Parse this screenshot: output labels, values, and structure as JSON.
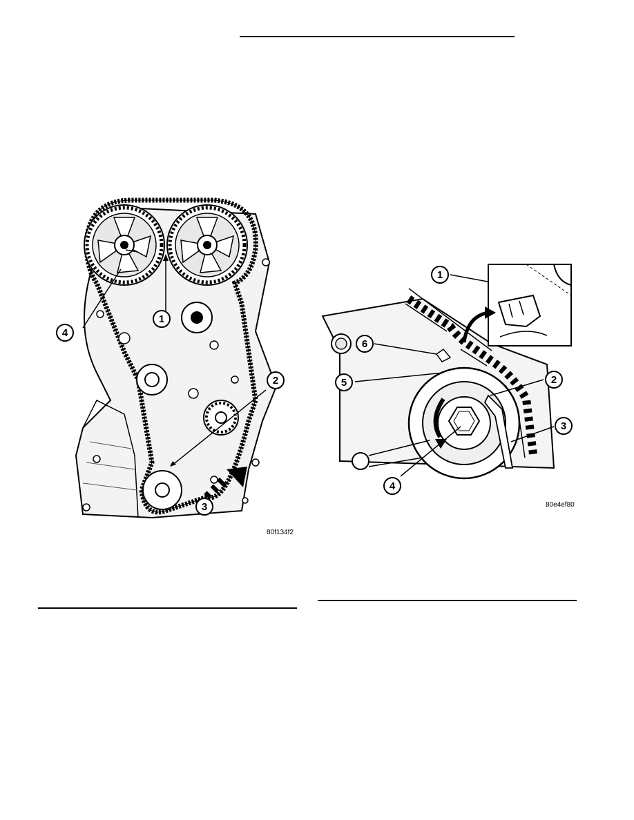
{
  "figures": [
    {
      "figure_id": "80f134f2",
      "callouts": [
        "1",
        "2",
        "3",
        "4"
      ]
    },
    {
      "figure_id": "80e4ef80",
      "callouts": [
        "1",
        "2",
        "3",
        "4",
        "5",
        "6"
      ]
    }
  ]
}
